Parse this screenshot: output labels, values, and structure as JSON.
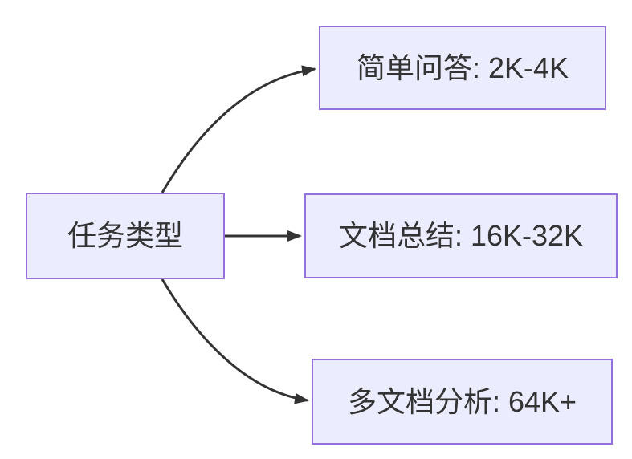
{
  "diagram": {
    "type": "flowchart",
    "direction": "left-to-right",
    "root": {
      "id": "task-type",
      "label": "任务类型"
    },
    "branches": [
      {
        "id": "simple-qa",
        "label": "简单问答: 2K-4K"
      },
      {
        "id": "doc-summary",
        "label": "文档总结: 16K-32K"
      },
      {
        "id": "multi-doc-analysis",
        "label": "多文档分析: 64K+"
      }
    ],
    "edges": [
      {
        "from": "task-type",
        "to": "simple-qa"
      },
      {
        "from": "task-type",
        "to": "doc-summary"
      },
      {
        "from": "task-type",
        "to": "multi-doc-analysis"
      }
    ],
    "colors": {
      "node_fill": "#ECECFF",
      "node_border": "#9370DB",
      "edge": "#333333",
      "text": "#333333",
      "background": "#FFFFFF"
    }
  }
}
